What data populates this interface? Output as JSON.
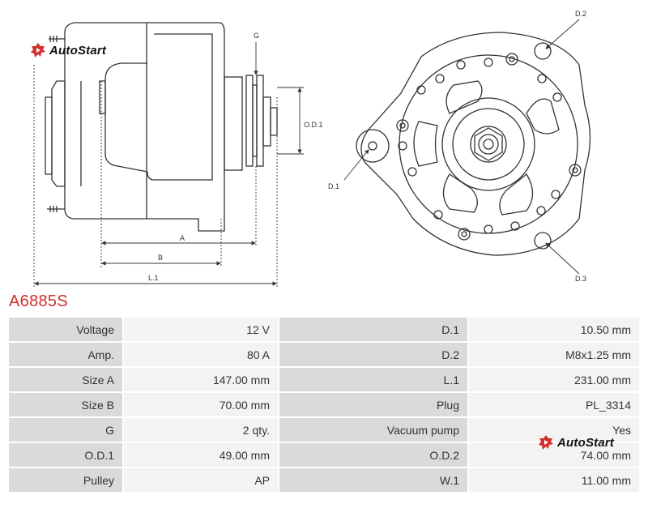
{
  "brand": {
    "name": "AutoStart",
    "color": "#d32f2f"
  },
  "part_code": "A6885S",
  "drawing_labels": {
    "g": "G",
    "od1": "O.D.1",
    "a": "A",
    "b": "B",
    "l1": "L.1",
    "d1": "D.1",
    "d2": "D.2",
    "d3": "D.3"
  },
  "specs": {
    "rows": [
      {
        "label1": "Voltage",
        "value1": "12 V",
        "label2": "D.1",
        "value2": "10.50 mm"
      },
      {
        "label1": "Amp.",
        "value1": "80 A",
        "label2": "D.2",
        "value2": "M8x1.25 mm"
      },
      {
        "label1": "Size A",
        "value1": "147.00 mm",
        "label2": "L.1",
        "value2": "231.00 mm"
      },
      {
        "label1": "Size B",
        "value1": "70.00 mm",
        "label2": "Plug",
        "value2": "PL_3314"
      },
      {
        "label1": "G",
        "value1": "2 qty.",
        "label2": "Vacuum pump",
        "value2": "Yes"
      },
      {
        "label1": "O.D.1",
        "value1": "49.00 mm",
        "label2": "O.D.2",
        "value2": "74.00 mm"
      },
      {
        "label1": "Pulley",
        "value1": "AP",
        "label2": "W.1",
        "value2": "11.00 mm"
      }
    ]
  }
}
